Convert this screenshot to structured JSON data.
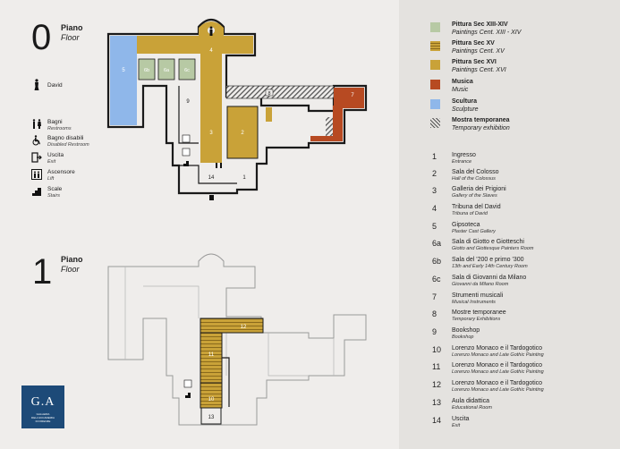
{
  "floors": [
    {
      "number": "0",
      "title": "Piano",
      "subtitle": "Floor"
    },
    {
      "number": "1",
      "title": "Piano",
      "subtitle": "Floor"
    }
  ],
  "map_labels": {
    "ground": [
      "4",
      "5",
      "6b",
      "6a",
      "6c",
      "9",
      "3",
      "2",
      "8",
      "7",
      "14",
      "1"
    ],
    "first": [
      "12",
      "11",
      "10",
      "13"
    ]
  },
  "services": [
    {
      "icon": "david-statue-icon",
      "label": "David",
      "sub": ""
    },
    {
      "icon": "restroom-icon",
      "label": "Bagni",
      "sub": "Restrooms"
    },
    {
      "icon": "disabled-restroom-icon",
      "label": "Bagno disabili",
      "sub": "Disabled Restroom"
    },
    {
      "icon": "exit-icon",
      "label": "Uscita",
      "sub": "Exit"
    },
    {
      "icon": "lift-icon",
      "label": "Ascensore",
      "sub": "Lift"
    },
    {
      "icon": "stairs-icon",
      "label": "Scale",
      "sub": "Stairs"
    }
  ],
  "legend": [
    {
      "title": "Pittura Sec XIII-XIV",
      "sub": "Paintings Cent. XIII - XIV",
      "color": "#b7c9a4",
      "pattern": "solid"
    },
    {
      "title": "Pittura Sec XV",
      "sub": "Paintings Cent. XV",
      "color": "#c9a238",
      "pattern": "stripes"
    },
    {
      "title": "Pittura Sec XVI",
      "sub": "Paintings Cent. XVI",
      "color": "#c9a238",
      "pattern": "solid"
    },
    {
      "title": "Musica",
      "sub": "Music",
      "color": "#b74a22",
      "pattern": "solid"
    },
    {
      "title": "Scultura",
      "sub": "Sculpture",
      "color": "#8fb7ea",
      "pattern": "solid"
    },
    {
      "title": "Mostra temporanea",
      "sub": "Temporary exhibition",
      "color": "#9a9a9a",
      "pattern": "hatch"
    }
  ],
  "rooms": [
    {
      "n": "1",
      "it": "Ingresso",
      "en": "Entrance"
    },
    {
      "n": "2",
      "it": "Sala del Colosso",
      "en": "Hall of the Colossus"
    },
    {
      "n": "3",
      "it": "Galleria dei Prigioni",
      "en": "Gallery of the Slaves"
    },
    {
      "n": "4",
      "it": "Tribuna del David",
      "en": "Tribuna of David"
    },
    {
      "n": "5",
      "it": "Gipsoteca",
      "en": "Plaster Cast Gallery"
    },
    {
      "n": "6a",
      "it": "Sala di Giotto e Giotteschi",
      "en": "Giotto and Giottesque Painters Room"
    },
    {
      "n": "6b",
      "it": "Sala del '200 e primo '300",
      "en": "13th and Early 14th Century Room"
    },
    {
      "n": "6c",
      "it": "Sala di Giovanni da Milano",
      "en": "Giovanni da Milano Room"
    },
    {
      "n": "7",
      "it": "Strumenti musicali",
      "en": "Musical Instruments"
    },
    {
      "n": "8",
      "it": "Mostre temporanee",
      "en": "Temporary Exhibitions"
    },
    {
      "n": "9",
      "it": "Bookshop",
      "en": "Bookshop"
    },
    {
      "n": "10",
      "it": "Lorenzo Monaco e il Tardogotico",
      "en": "Lorenzo Monaco and Late Gothic Painting"
    },
    {
      "n": "11",
      "it": "Lorenzo Monaco e il Tardogotico",
      "en": "Lorenzo Monaco and Late Gothic Painting"
    },
    {
      "n": "12",
      "it": "Lorenzo Monaco e il Tardogotico",
      "en": "Lorenzo Monaco and Late Gothic Painting"
    },
    {
      "n": "13",
      "it": "Aula didattica",
      "en": "Educational Room"
    },
    {
      "n": "14",
      "it": "Uscita",
      "en": "Exit"
    }
  ],
  "logo": {
    "mark": "G.A",
    "line1": "GALLERIA",
    "line2": "DELL'ACCADEMIA",
    "line3": "DI FIRENZE"
  },
  "colors": {
    "sculpture": "#8fb7ea",
    "gold": "#c9a238",
    "green": "#b7c9a4",
    "music": "#b74a22",
    "wall": "#1a1a1a",
    "first_floor_outline": "#9a9a9a"
  }
}
